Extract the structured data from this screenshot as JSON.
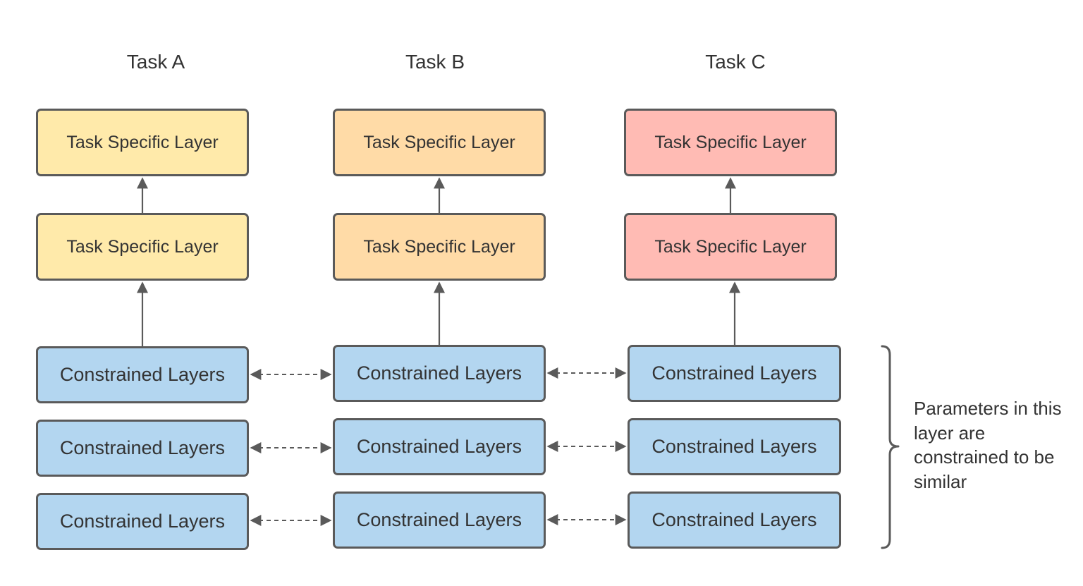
{
  "tasks": [
    {
      "title": "Task A",
      "color": "#ffeaaa",
      "specific_layers": [
        "Task Specific Layer",
        "Task Specific Layer"
      ],
      "constrained_layers": [
        "Constrained Layers",
        "Constrained Layers",
        "Constrained Layers"
      ]
    },
    {
      "title": "Task B",
      "color": "#ffdba7",
      "specific_layers": [
        "Task Specific Layer",
        "Task Specific Layer"
      ],
      "constrained_layers": [
        "Constrained Layers",
        "Constrained Layers",
        "Constrained Layers"
      ]
    },
    {
      "title": "Task C",
      "color": "#ffbbb4",
      "specific_layers": [
        "Task Specific Layer",
        "Task Specific Layer"
      ],
      "constrained_layers": [
        "Constrained Layers",
        "Constrained Layers",
        "Constrained Layers"
      ]
    }
  ],
  "constrained_color": "#b3d6f0",
  "border_color": "#5a5a5a",
  "note": "Parameters in this layer are constrained to be similar"
}
